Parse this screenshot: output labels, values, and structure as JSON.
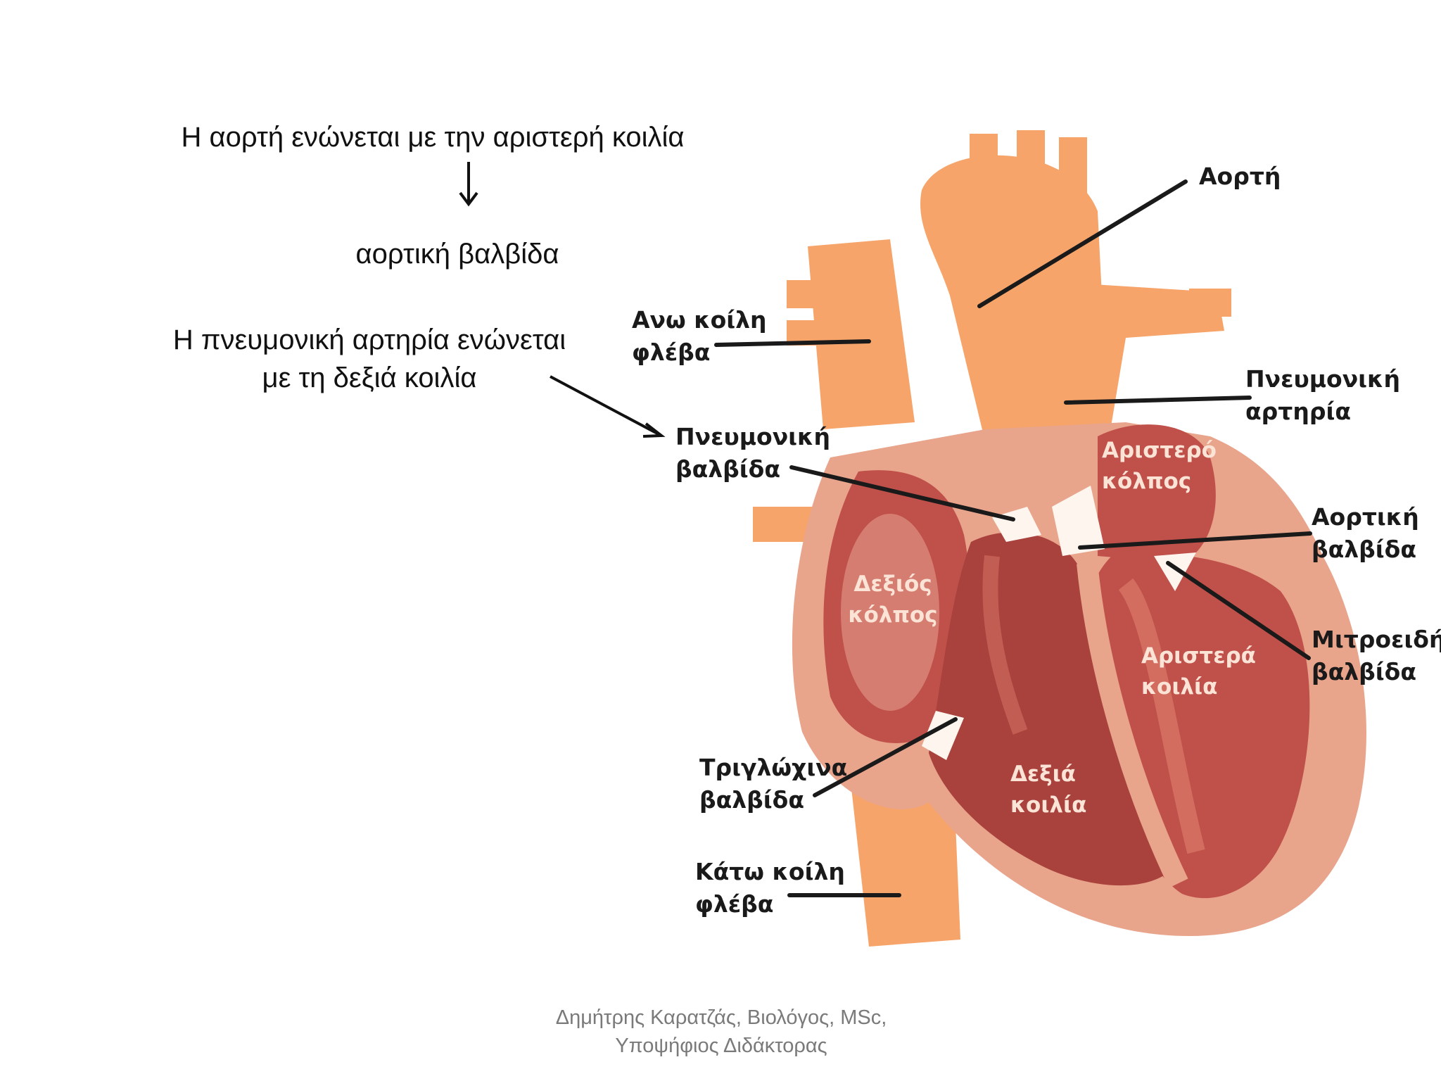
{
  "notes": {
    "aorta_connects": "Η αορτή ενώνεται με την αριστερή κοιλία",
    "aortic_valve": "αορτική βαλβίδα",
    "pulmonary_line1": "Η πνευμονική αρτηρία ενώνεται",
    "pulmonary_line2": "με τη δεξιά κοιλία"
  },
  "labels": {
    "aorta": "Αορτή",
    "svc_1": "Ανω κοίλη",
    "svc_2": "φλέβα",
    "pulm_artery_1": "Πνευμονική",
    "pulm_artery_2": "αρτηρία",
    "pulm_valve_1": "Πνευμονική",
    "pulm_valve_2": "βαλβίδα",
    "aortic_valve_1": "Αορτική",
    "aortic_valve_2": "βαλβίδα",
    "mitral_1": "Μιτροειδής",
    "mitral_2": "βαλβίδα",
    "tricuspid_1": "Τριγλώχινα",
    "tricuspid_2": "βαλβίδα",
    "ivc_1": "Κάτω κοίλη",
    "ivc_2": "φλέβα"
  },
  "chambers": {
    "right_atrium_1": "Δεξιός",
    "right_atrium_2": "κόλπος",
    "left_atrium_1": "Αριστερό",
    "left_atrium_2": "κόλπος",
    "left_ventricle_1": "Αριστερά",
    "left_ventricle_2": "κοιλία",
    "right_ventricle_1": "Δεξιά",
    "right_ventricle_2": "κοιλία"
  },
  "footer": {
    "line1": "Δημήτρης Καρατζάς, Βιολόγος, MSc,",
    "line2": "Υποψήφιος Διδάκτορας"
  },
  "colors": {
    "vessel": "#f7a46a",
    "chamber": "#c0504a",
    "wall": "#e9a48c",
    "valve": "#fdf5ee"
  }
}
